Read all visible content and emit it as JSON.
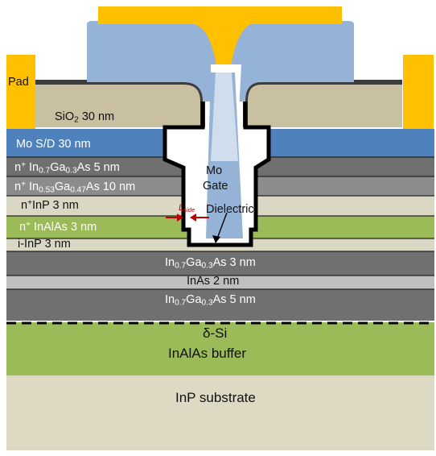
{
  "colors": {
    "gold": "#ffc000",
    "gate_blue": "#95b3d7",
    "light_blue": "#a9c4e8",
    "sio2": "#c8c0a0",
    "mo_sd": "#4f81bd",
    "dark_gray": "#707070",
    "mid_gray": "#8c8c8c",
    "inp": "#dad8c4",
    "inalas": "#9bbb59",
    "light_gray": "#bfbfbf",
    "substrate": "#ddd9c3",
    "outline": "#000000",
    "arrow_red": "#c00000"
  },
  "labels": {
    "pad": "Pad",
    "sio2": "SiO",
    "sio2_sub": "2",
    "sio2_rest": " 30 nm",
    "mo_sd": "Mo S/D 30 nm",
    "ingaas07": {
      "p1": "n",
      "sup": "+",
      "p2": " In",
      "s1": "0.7",
      "p3": "Ga",
      "s2": "0.3",
      "p4": "As   5 nm"
    },
    "ingaas053": {
      "p1": "n",
      "sup": "+",
      "p2": " In",
      "s1": "0.53",
      "p3": "Ga",
      "s2": "0.47",
      "p4": "As   10 nm"
    },
    "ninp": {
      "p1": "n",
      "sup": "+",
      "p2": "InP  3 nm"
    },
    "ninalas": {
      "p1": "n",
      "sup": "+",
      "p2": " InAlAs  3 nm"
    },
    "iinp": "i-InP 3 nm",
    "channel_top": {
      "p1": "In",
      "s1": "0.7",
      "p2": "Ga",
      "s2": "0.3",
      "p3": "As   3 nm"
    },
    "inas": "InAs  2 nm",
    "channel_bottom": {
      "p1": "In",
      "s1": "0.7",
      "p2": "Ga",
      "s2": "0.3",
      "p3": "As   5 nm"
    },
    "delta_si": "δ-Si",
    "buffer": "InAlAs buffer",
    "substrate": "InP substrate",
    "mo": "Mo",
    "gate": "Gate",
    "dielectric": "Dielectric",
    "lside_l": "L",
    "lside_sub": "side"
  }
}
